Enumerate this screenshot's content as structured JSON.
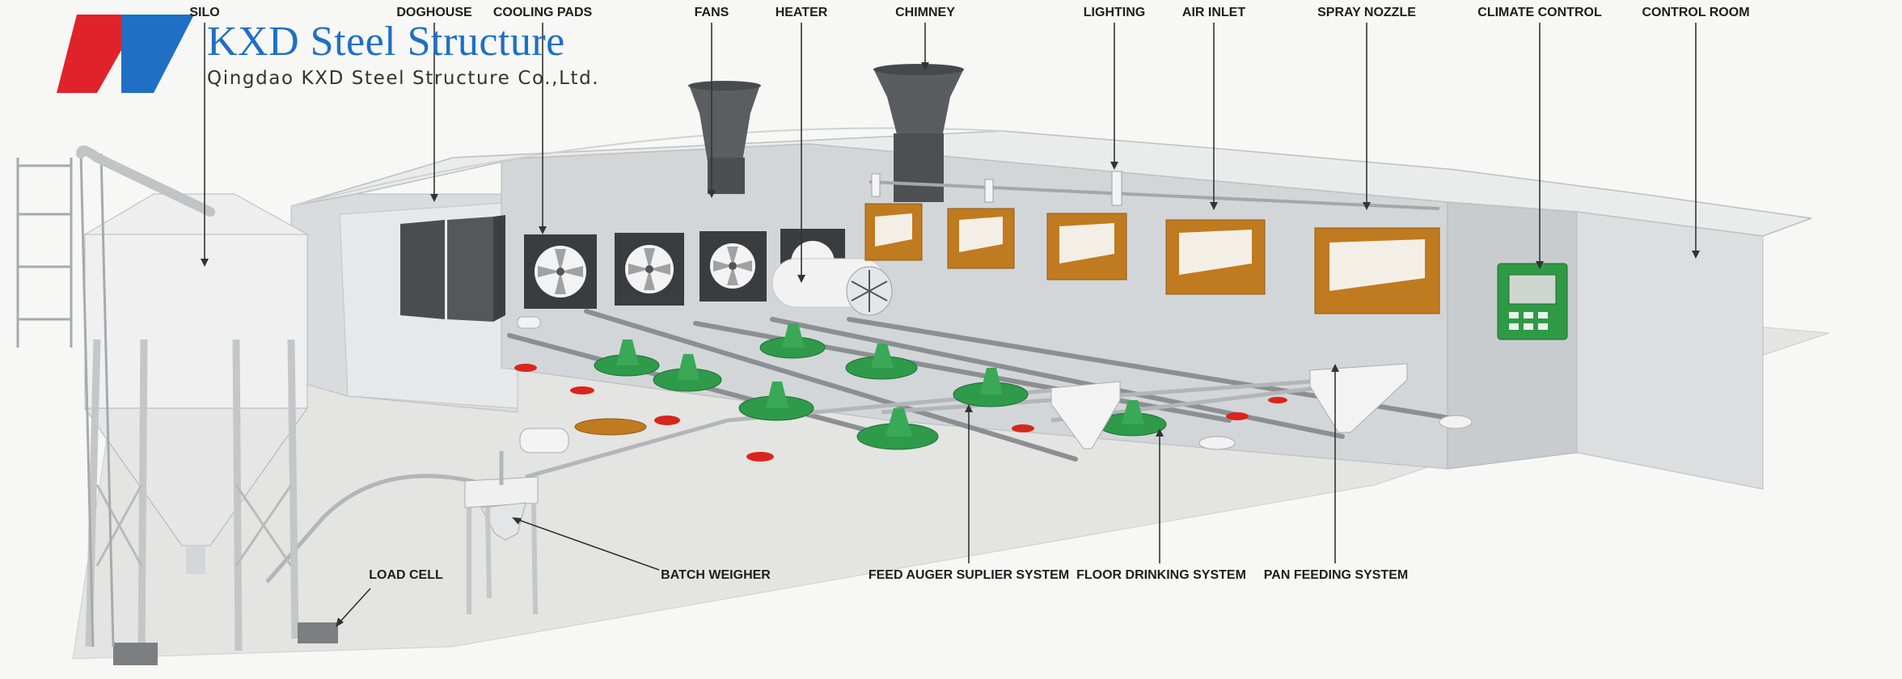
{
  "brand": {
    "title": "KXD Steel Structure",
    "subtitle": "Qingdao KXD Steel Structure Co.,Ltd.",
    "colors": {
      "logo_red": "#e0232a",
      "logo_blue": "#1f6fc5"
    }
  },
  "labels": {
    "silo": "SILO",
    "doghouse": "DOGHOUSE",
    "cooling_pads": "COOLING PADS",
    "fans": "FANS",
    "heater": "HEATER",
    "chimney": "CHIMNEY",
    "lighting": "LIGHTING",
    "air_inlet": "AIR INLET",
    "spray_nozzle": "SPRAY NOZZLE",
    "climate_control": "CLIMATE CONTROL",
    "control_room": "CONTROL ROOM",
    "load_cell": "LOAD CELL",
    "batch_weigher": "BATCH WEIGHER",
    "feed_auger": "FEED AUGER SUPLIER SYSTEM",
    "floor_drinking": "FLOOR DRINKING SYSTEM",
    "pan_feeding": "PAN FEEDING SYSTEM"
  },
  "colors": {
    "wall": "#d3d6d8",
    "floor": "#e4e4e2",
    "roof": "#e9eaea",
    "inlet_frame": "#c07a1f",
    "feeder_pan": "#2e9a4a",
    "drinker_cup": "#d8261c",
    "fan_panel": "#3a3d40",
    "controller": "#2f9a45",
    "pipe": "#8b8f92",
    "leader_line": "#333333"
  }
}
